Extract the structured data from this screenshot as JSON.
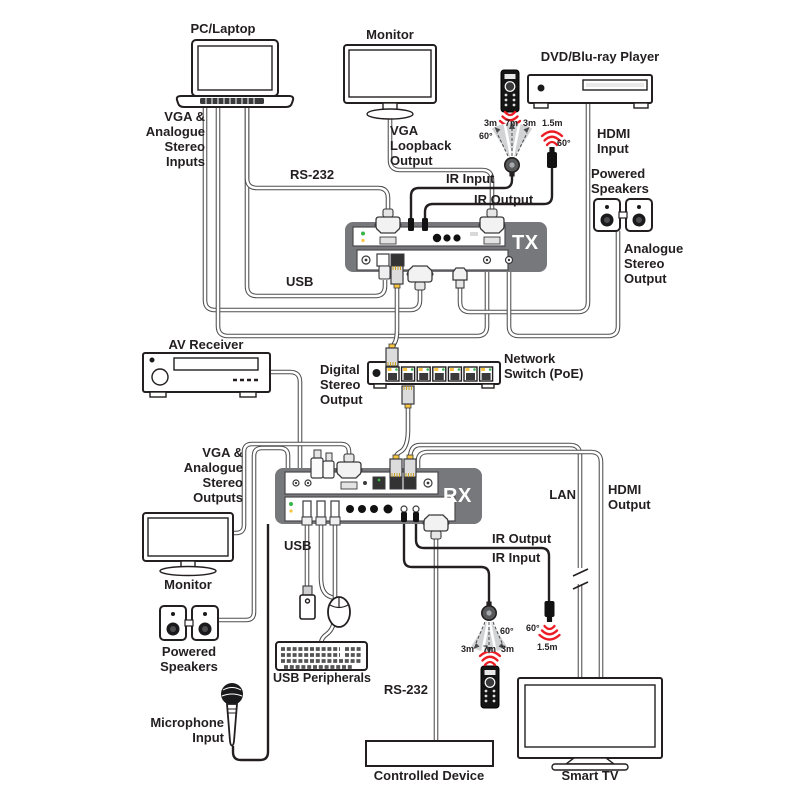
{
  "labels": {
    "pc_laptop": "PC/Laptop",
    "monitor_top": "Monitor",
    "dvd_player": "DVD/Blu-ray Player",
    "vga_stereo_inputs": "VGA &\nAnalogue\nStereo\nInputs",
    "rs232_top": "RS-232",
    "vga_loopback_output": "VGA\nLoopback\nOutput",
    "ir_input_top": "IR Input",
    "ir_output_top": "IR Output",
    "hdmi_input": "HDMI\nInput",
    "powered_speakers_top": "Powered\nSpeakers",
    "analogue_stereo_output": "Analogue\nStereo\nOutput",
    "usb_top": "USB",
    "av_receiver": "AV Receiver",
    "digital_stereo_output": "Digital\nStereo\nOutput",
    "network_switch": "Network\nSwitch (PoE)",
    "vga_stereo_outputs": "VGA &\nAnalogue\nStereo\nOutputs",
    "lan": "LAN",
    "hdmi_output": "HDMI\nOutput",
    "usb_bottom": "USB",
    "ir_output_bottom": "IR Output",
    "ir_input_bottom": "IR Input",
    "monitor_bottom": "Monitor",
    "powered_speakers_bottom": "Powered\nSpeakers",
    "usb_peripherals": "USB Peripherals",
    "microphone_input": "Microphone\nInput",
    "rs232_bottom": "RS-232",
    "controlled_device": "Controlled Device",
    "smart_tv": "Smart TV"
  },
  "units": {
    "tx": "TX",
    "rx": "RX"
  },
  "ir_ranges": {
    "top_receiver": {
      "left": "3m",
      "center": "7m",
      "right": "3m",
      "angle": "60°"
    },
    "top_emitter": {
      "distance": "1.5m",
      "angle": "60°"
    },
    "bottom_receiver": {
      "left": "3m",
      "center": "7m",
      "right": "3m",
      "angle": "60°"
    },
    "bottom_emitter": {
      "distance": "1.5m",
      "angle": "60°"
    }
  },
  "colors": {
    "ir_red": "#ec1c24",
    "unit_gray": "#77787b",
    "line_dark": "#231f20"
  }
}
